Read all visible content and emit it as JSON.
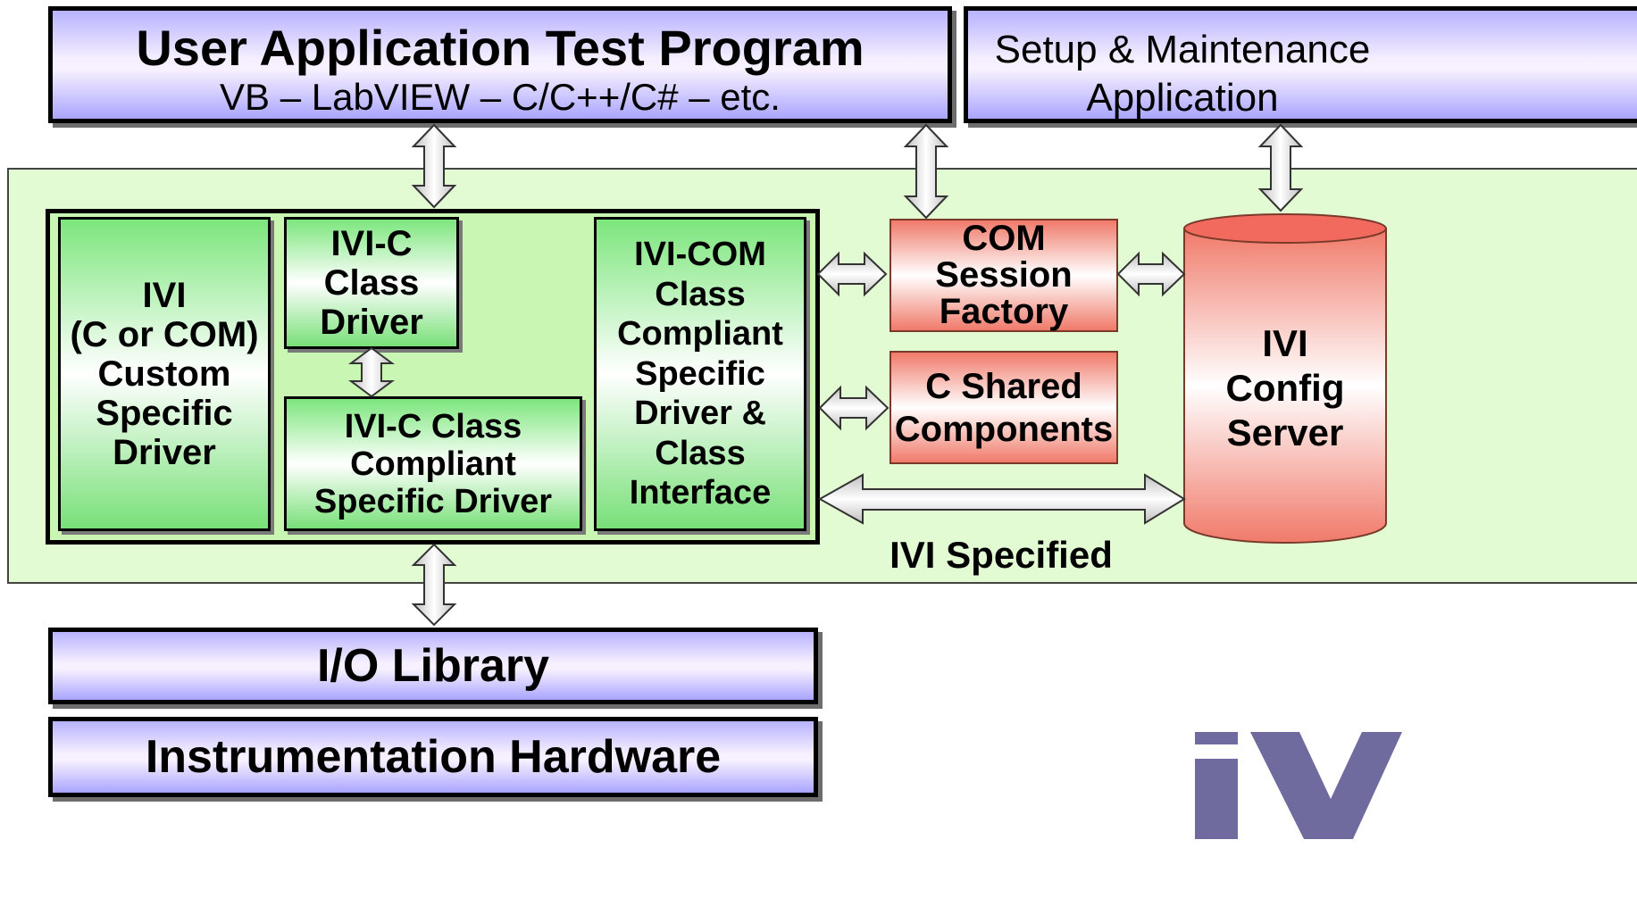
{
  "top": {
    "user_app_title": "User Application Test Program",
    "user_app_subtitle": "VB – LabVIEW – C/C++/C# – etc.",
    "setup_app": "Setup & Maintenance\nApplication"
  },
  "drivers": {
    "custom": "IVI\n(C or COM)\nCustom\nSpecific\nDriver",
    "ivic_class_driver": "IVI-C\nClass\nDriver",
    "ivic_compliant": "IVI-C Class\nCompliant\nSpecific Driver",
    "ivicom": "IVI-COM\nClass\nCompliant\nSpecific\nDriver &\nClass\nInterface"
  },
  "shared": {
    "com_session": "COM\nSession\nFactory",
    "c_shared": "C Shared\nComponents",
    "config_server": "IVI\nConfig\nServer",
    "ivi_specified": "IVI Specified"
  },
  "bottom": {
    "io_library": "I/O Library",
    "hardware": "Instrumentation Hardware"
  },
  "colors": {
    "ivi_region": "#e2fbd3",
    "purple_box": "#b7b3ff",
    "green_box": "#7ce67c",
    "salmon_box": "#f07a6a",
    "logo": "#6f6b9e"
  }
}
